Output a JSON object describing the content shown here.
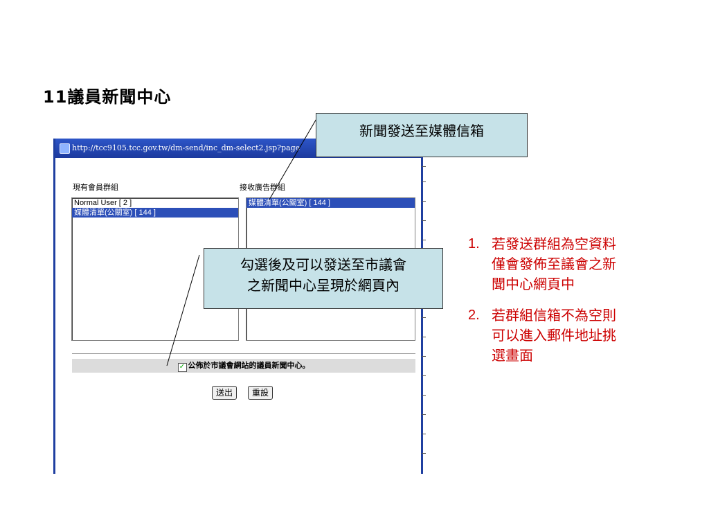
{
  "slide": {
    "title": "11議員新聞中心"
  },
  "window": {
    "url": "http://tcc9105.tcc.gov.tw/dm-send/inc_dm-select2.jsp?page",
    "left_label": "現有會員群組",
    "right_label": "接收廣告群組",
    "left_items": [
      {
        "text": "Normal User [ 2 ]",
        "selected": false
      },
      {
        "text": "媒體清單(公關室) [ 144 ]",
        "selected": true
      }
    ],
    "right_items": [
      {
        "text": "媒體清單(公關室) [ 144 ]",
        "selected": true
      }
    ],
    "checkbox_label": "公佈於市議會網站的議員新聞中心。",
    "checkbox_checked": true,
    "submit_label": "送出",
    "reset_label": "重設"
  },
  "callouts": {
    "top": "新聞發送至媒體信箱",
    "middle_line1": "勾選後及可以發送至市議會",
    "middle_line2": "之新聞中心呈現於網頁內"
  },
  "notes": [
    {
      "num": "1.",
      "line1": "若發送群組為空資料",
      "line2": "僅會發佈至議會之新",
      "line3": "聞中心網頁中"
    },
    {
      "num": "2.",
      "line1": "若群組信箱不為空則",
      "line2": "可以進入郵件地址挑",
      "line3": "選畫面"
    }
  ],
  "colors": {
    "note_text": "#cc0000",
    "callout_bg": "#c6e2e8",
    "selection": "#2c4fb8",
    "titlebar": "#2d56c8"
  }
}
